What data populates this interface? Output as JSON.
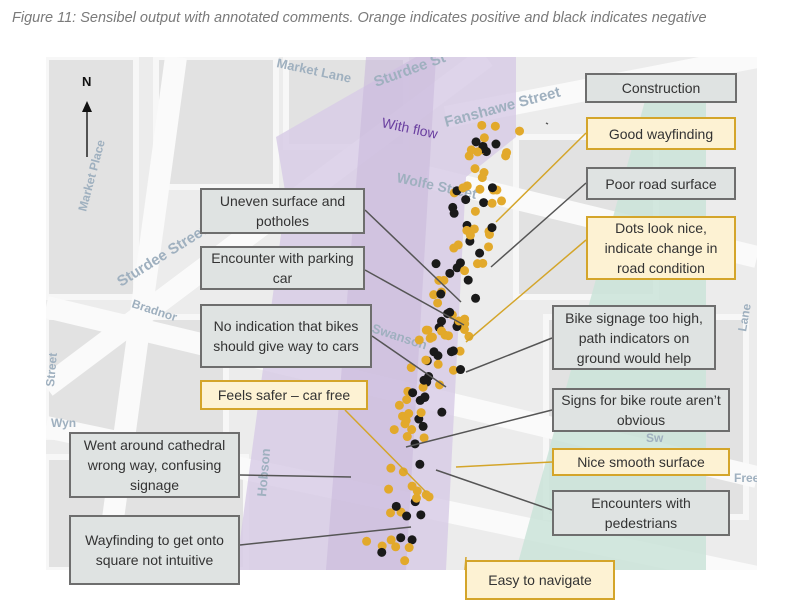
{
  "caption": "Figure 11: Sensibel output with annotated comments. Orange indicates positive and black indicates negative",
  "map": {
    "north_label": "N",
    "street_labels": [
      "Sturdee Street",
      "Market Place",
      "Market Lane",
      "Fanshawe Street",
      "Wolfe Street",
      "Bradnor",
      "Swanson",
      "Hobson",
      "Wyn",
      "Lane",
      "Free",
      "Sw",
      "Street",
      "Sturdee St"
    ],
    "flow_label": "With flow",
    "colors": {
      "positive": "#e2a92b",
      "negative": "#1a1a1a",
      "flow_band": "#d8cce6",
      "green_band": "#cde4da"
    }
  },
  "annotations": [
    {
      "text": "Construction",
      "sentiment": "negative"
    },
    {
      "text": "Good wayfinding",
      "sentiment": "positive"
    },
    {
      "text": "Poor road surface",
      "sentiment": "negative"
    },
    {
      "text": "Dots look nice, indicate change in road condition",
      "sentiment": "positive"
    },
    {
      "text": "Uneven surface and potholes",
      "sentiment": "negative"
    },
    {
      "text": "Encounter with parking car",
      "sentiment": "negative"
    },
    {
      "text": "No indication that bikes should give way to cars",
      "sentiment": "negative"
    },
    {
      "text": "Bike signage too high, path indicators on ground would help",
      "sentiment": "negative"
    },
    {
      "text": "Feels safer – car free",
      "sentiment": "positive"
    },
    {
      "text": "Signs for bike route aren’t obvious",
      "sentiment": "negative"
    },
    {
      "text": "Went around cathedral wrong way, confusing signage",
      "sentiment": "negative"
    },
    {
      "text": "Nice smooth surface",
      "sentiment": "positive"
    },
    {
      "text": "Encounters with pedestrians",
      "sentiment": "negative"
    },
    {
      "text": "Wayfinding to get onto square not intuitive",
      "sentiment": "negative"
    },
    {
      "text": "Easy to navigate",
      "sentiment": "positive"
    }
  ]
}
